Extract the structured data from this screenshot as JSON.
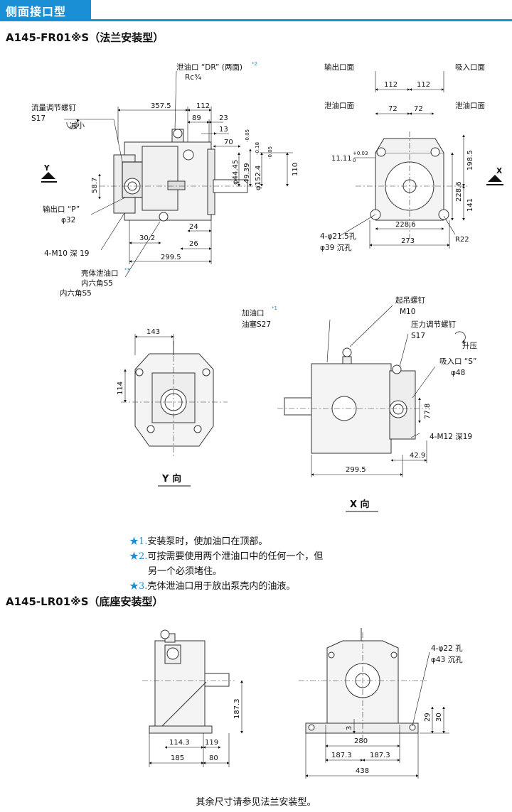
{
  "header": {
    "title": "侧面接口型"
  },
  "sections": {
    "flange": {
      "title": "A145-FR01※S（法兰安装型）"
    },
    "foot": {
      "title": "A145-LR01※S（底座安装型）"
    }
  },
  "labels": {
    "drain_port": "泄油口 “DR” (两面)",
    "drain_port_mark": "*2",
    "drain_port_spec": "Rc¾",
    "flow_screw": "流量调节螺钉",
    "flow_screw_size": "S17",
    "decrease": "减小",
    "outlet_port": "输出口 “P”",
    "outlet_dia": "φ32",
    "m10_depth": "4-M10 深 19",
    "case_drain": "壳体泄油口",
    "case_drain_mark": "*3",
    "hex_s5_a": "内六角S5",
    "hex_s5_b": "内六角S5",
    "outlet_face": "输出口面",
    "inlet_face": "吸入口面",
    "drain_face_left": "泄油口面",
    "drain_face_right": "泄油口面",
    "hole_4": "4-φ21.5孔",
    "counterbore_4": "φ39 沉孔",
    "fill_port": "加油口",
    "fill_port_mark": "*1",
    "plug": "油塞S27",
    "lift_bolt": "起吊螺钉",
    "lift_bolt_size": "M10",
    "pressure_screw": "压力调节螺钉",
    "pressure_screw_size": "S17",
    "increase": "升压",
    "suction_port": "吸入口 “S”",
    "suction_dia": "φ48",
    "m12_depth": "4-M12 深19",
    "view_y": "Y 向",
    "view_x": "X 向",
    "arrow_y": "Y",
    "arrow_x": "X",
    "foot_hole": "4-φ22 孔",
    "foot_counterbore": "φ43 沉孔"
  },
  "dimensions": {
    "d357_5": "357.5",
    "d112a": "112",
    "d89": "89",
    "d23": "23",
    "d13": "13",
    "d70": "70",
    "d44": "φ44.45",
    "d44_tol_top": "0",
    "d44_tol_bot": "-0.05",
    "d49": "49.39",
    "d49_tol_top": "0",
    "d49_tol_bot": "-0.18",
    "d152": "φ152.4",
    "d152_tol_top": "0",
    "d152_tol_bot": "-0.05",
    "d110": "110",
    "d58_7": "58.7",
    "d24": "24",
    "d30_2": "30.2",
    "d26": "26",
    "d299_5a": "299.5",
    "d112b": "112",
    "d112c": "112",
    "d72a": "72",
    "d72b": "72",
    "d11": "11.11",
    "d11_tol_top": "+0.03",
    "d11_tol_bot": "0",
    "d198_5": "198.5",
    "d228_6a": "228.6",
    "d141": "141",
    "d228_6b": "228.6",
    "d273": "273",
    "r22": "R22",
    "d143": "143",
    "d114": "114",
    "d77_8": "77.8",
    "d42_9": "42.9",
    "d299_5b": "299.5",
    "d187_3a": "187.3",
    "d114_3": "114.3",
    "d119": "119",
    "d185": "185",
    "d80": "80",
    "d3": "3",
    "d280": "280",
    "d29": "29",
    "d30": "30",
    "d187_3b": "187.3",
    "d187_3c": "187.3",
    "d438": "438"
  },
  "notes": [
    {
      "mark": "★1.",
      "text": "安装泵时，使加油口在顶部。"
    },
    {
      "mark": "★2.",
      "text": "可按需要使用两个泄油口中的任何一个，但"
    },
    {
      "mark": "",
      "text": "另一个必须堵住。"
    },
    {
      "mark": "★3.",
      "text": "壳体泄油口用于放出泵壳内的油液。"
    }
  ],
  "footer": "其余尺寸请参见法兰安装型。"
}
